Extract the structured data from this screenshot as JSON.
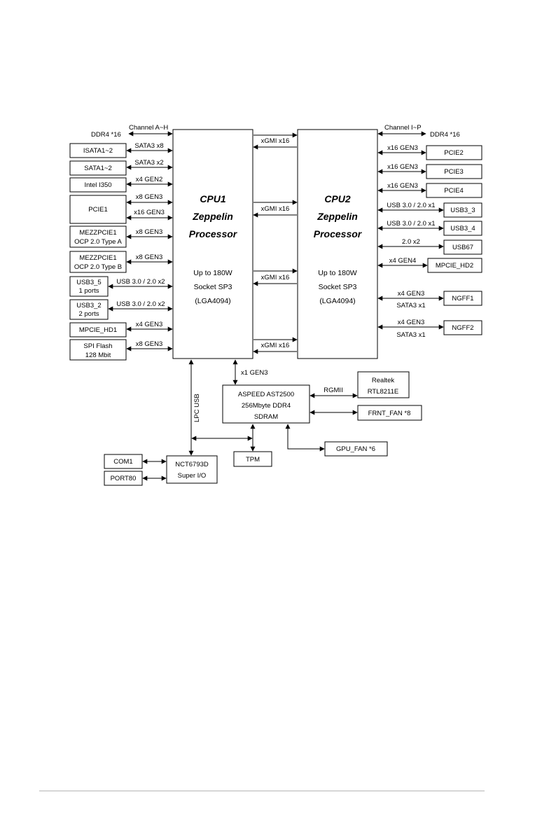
{
  "cpu1": {
    "line1": "CPU1",
    "line2": "Zeppelin",
    "line3": "Processor",
    "spec1": "Up to 180W",
    "spec2": "Socket SP3",
    "spec3": "(LGA4094)"
  },
  "cpu2": {
    "line1": "CPU2",
    "line2": "Zeppelin",
    "line3": "Processor",
    "spec1": "Up to 180W",
    "spec2": "Socket SP3",
    "spec3": "(LGA4094)"
  },
  "memory_left": {
    "channel": "Channel A~H",
    "ddr": "DDR4 *16"
  },
  "memory_right": {
    "channel": "Channel I~P",
    "ddr": "DDR4 *16"
  },
  "xgmi": [
    "xGMI x16",
    "xGMI x16",
    "xGMI x16",
    "xGMI x16"
  ],
  "left_devices": {
    "isata": {
      "name": "ISATA1~2",
      "link": "SATA3 x8"
    },
    "sata": {
      "name": "SATA1~2",
      "link": "SATA3 x2"
    },
    "i350": {
      "name": "Intel I350",
      "link": "x4 GEN2"
    },
    "pcie1": {
      "name": "PCIE1",
      "link1": "x8 GEN3",
      "link2": "x16 GEN3"
    },
    "mezz_a": {
      "name1": "MEZZPCIE1",
      "name2": "OCP 2.0 Type A",
      "link": "x8 GEN3"
    },
    "mezz_b": {
      "name1": "MEZZPCIE1",
      "name2": "OCP 2.0 Type B",
      "link": "x8 GEN3"
    },
    "usb3_5": {
      "name1": "USB3_5",
      "name2": "1 ports",
      "link": "USB 3.0 / 2.0 x2"
    },
    "usb3_2": {
      "name1": "USB3_2",
      "name2": "2 ports",
      "link": "USB 3.0 / 2.0 x2"
    },
    "mpcie_hd1": {
      "name": "MPCIE_HD1",
      "link": "x4 GEN3"
    },
    "spi": {
      "name1": "SPI Flash",
      "name2": "128 Mbit",
      "link": "x8 GEN3"
    }
  },
  "right_devices": {
    "pcie2": {
      "name": "PCIE2",
      "link": "x16 GEN3"
    },
    "pcie3": {
      "name": "PCIE3",
      "link": "x16 GEN3"
    },
    "pcie4": {
      "name": "PCIE4",
      "link": "x16 GEN3"
    },
    "usb3_3": {
      "name": "USB3_3",
      "link": "USB 3.0 / 2.0 x1"
    },
    "usb3_4": {
      "name": "USB3_4",
      "link": "USB 3.0 / 2.0 x1"
    },
    "usb67": {
      "name": "USB67",
      "link": "2.0 x2"
    },
    "mpcie_hd2": {
      "name": "MPCIE_HD2",
      "link": "x4 GEN4"
    },
    "ngff1": {
      "name": "NGFF1",
      "link1": "x4 GEN3",
      "link2": "SATA3 x1"
    },
    "ngff2": {
      "name": "NGFF2",
      "link1": "x4 GEN3",
      "link2": "SATA3 x1"
    }
  },
  "bmc": {
    "line1": "ASPEED AST2500",
    "line2": "256Mbyte DDR4",
    "line3": "SDRAM",
    "uplink": "x1 GEN3",
    "rgmii": "RGMII"
  },
  "realtek": {
    "line1": "Realtek",
    "line2": "RTL8211E"
  },
  "frnt_fan": "FRNT_FAN *8",
  "gpu_fan": "GPU_FAN *6",
  "tpm": "TPM",
  "superio": {
    "line1": "NCT6793D",
    "line2": "Super I/O"
  },
  "com1": "COM1",
  "port80": "PORT80",
  "lpc_usb": "LPC USB"
}
